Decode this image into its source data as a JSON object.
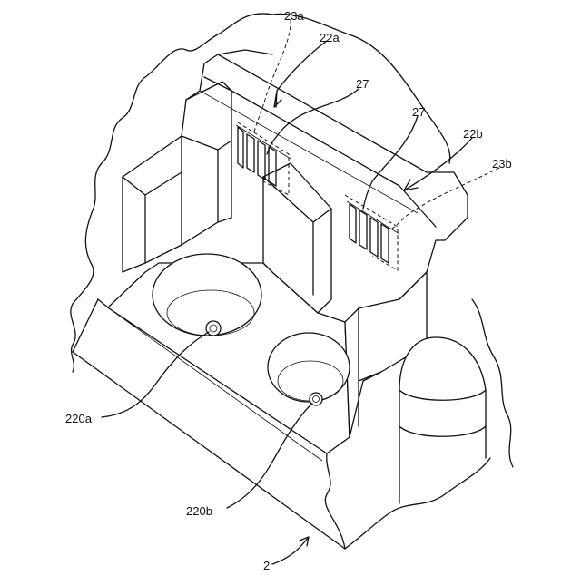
{
  "labels": {
    "l23a": "23a",
    "l22a": "22a",
    "l27a": "27",
    "l27b": "27",
    "l22b": "22b",
    "l23b": "23b",
    "l220a": "220a",
    "l220b": "220b",
    "l2": "2"
  }
}
